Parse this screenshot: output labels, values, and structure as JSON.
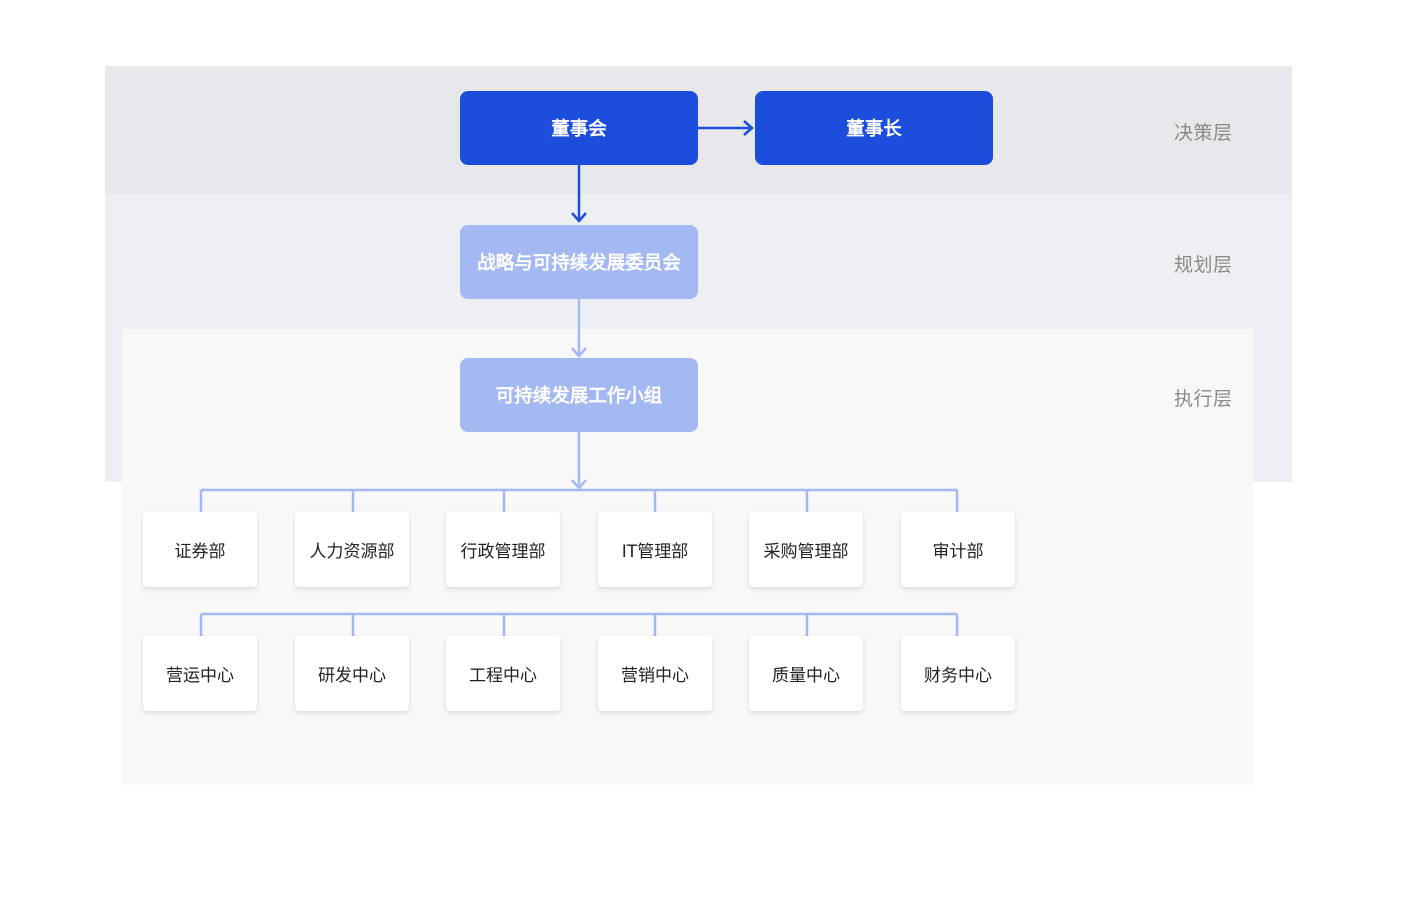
{
  "layers": {
    "decision": "决策层",
    "planning": "规划层",
    "execution": "执行层"
  },
  "nodes": {
    "board": "董事会",
    "chairman": "董事长",
    "committee": "战略与可持续发展委员会",
    "working_group": "可持续发展工作小组"
  },
  "departments_row1": [
    "证券部",
    "人力资源部",
    "行政管理部",
    "IT管理部",
    "采购管理部",
    "审计部"
  ],
  "departments_row2": [
    "营运中心",
    "研发中心",
    "工程中心",
    "营销中心",
    "质量中心",
    "财务中心"
  ],
  "colors": {
    "dark_blue": "#1c4ddb",
    "light_blue": "#a4b8f2",
    "connector_light": "#a4b8f2"
  }
}
